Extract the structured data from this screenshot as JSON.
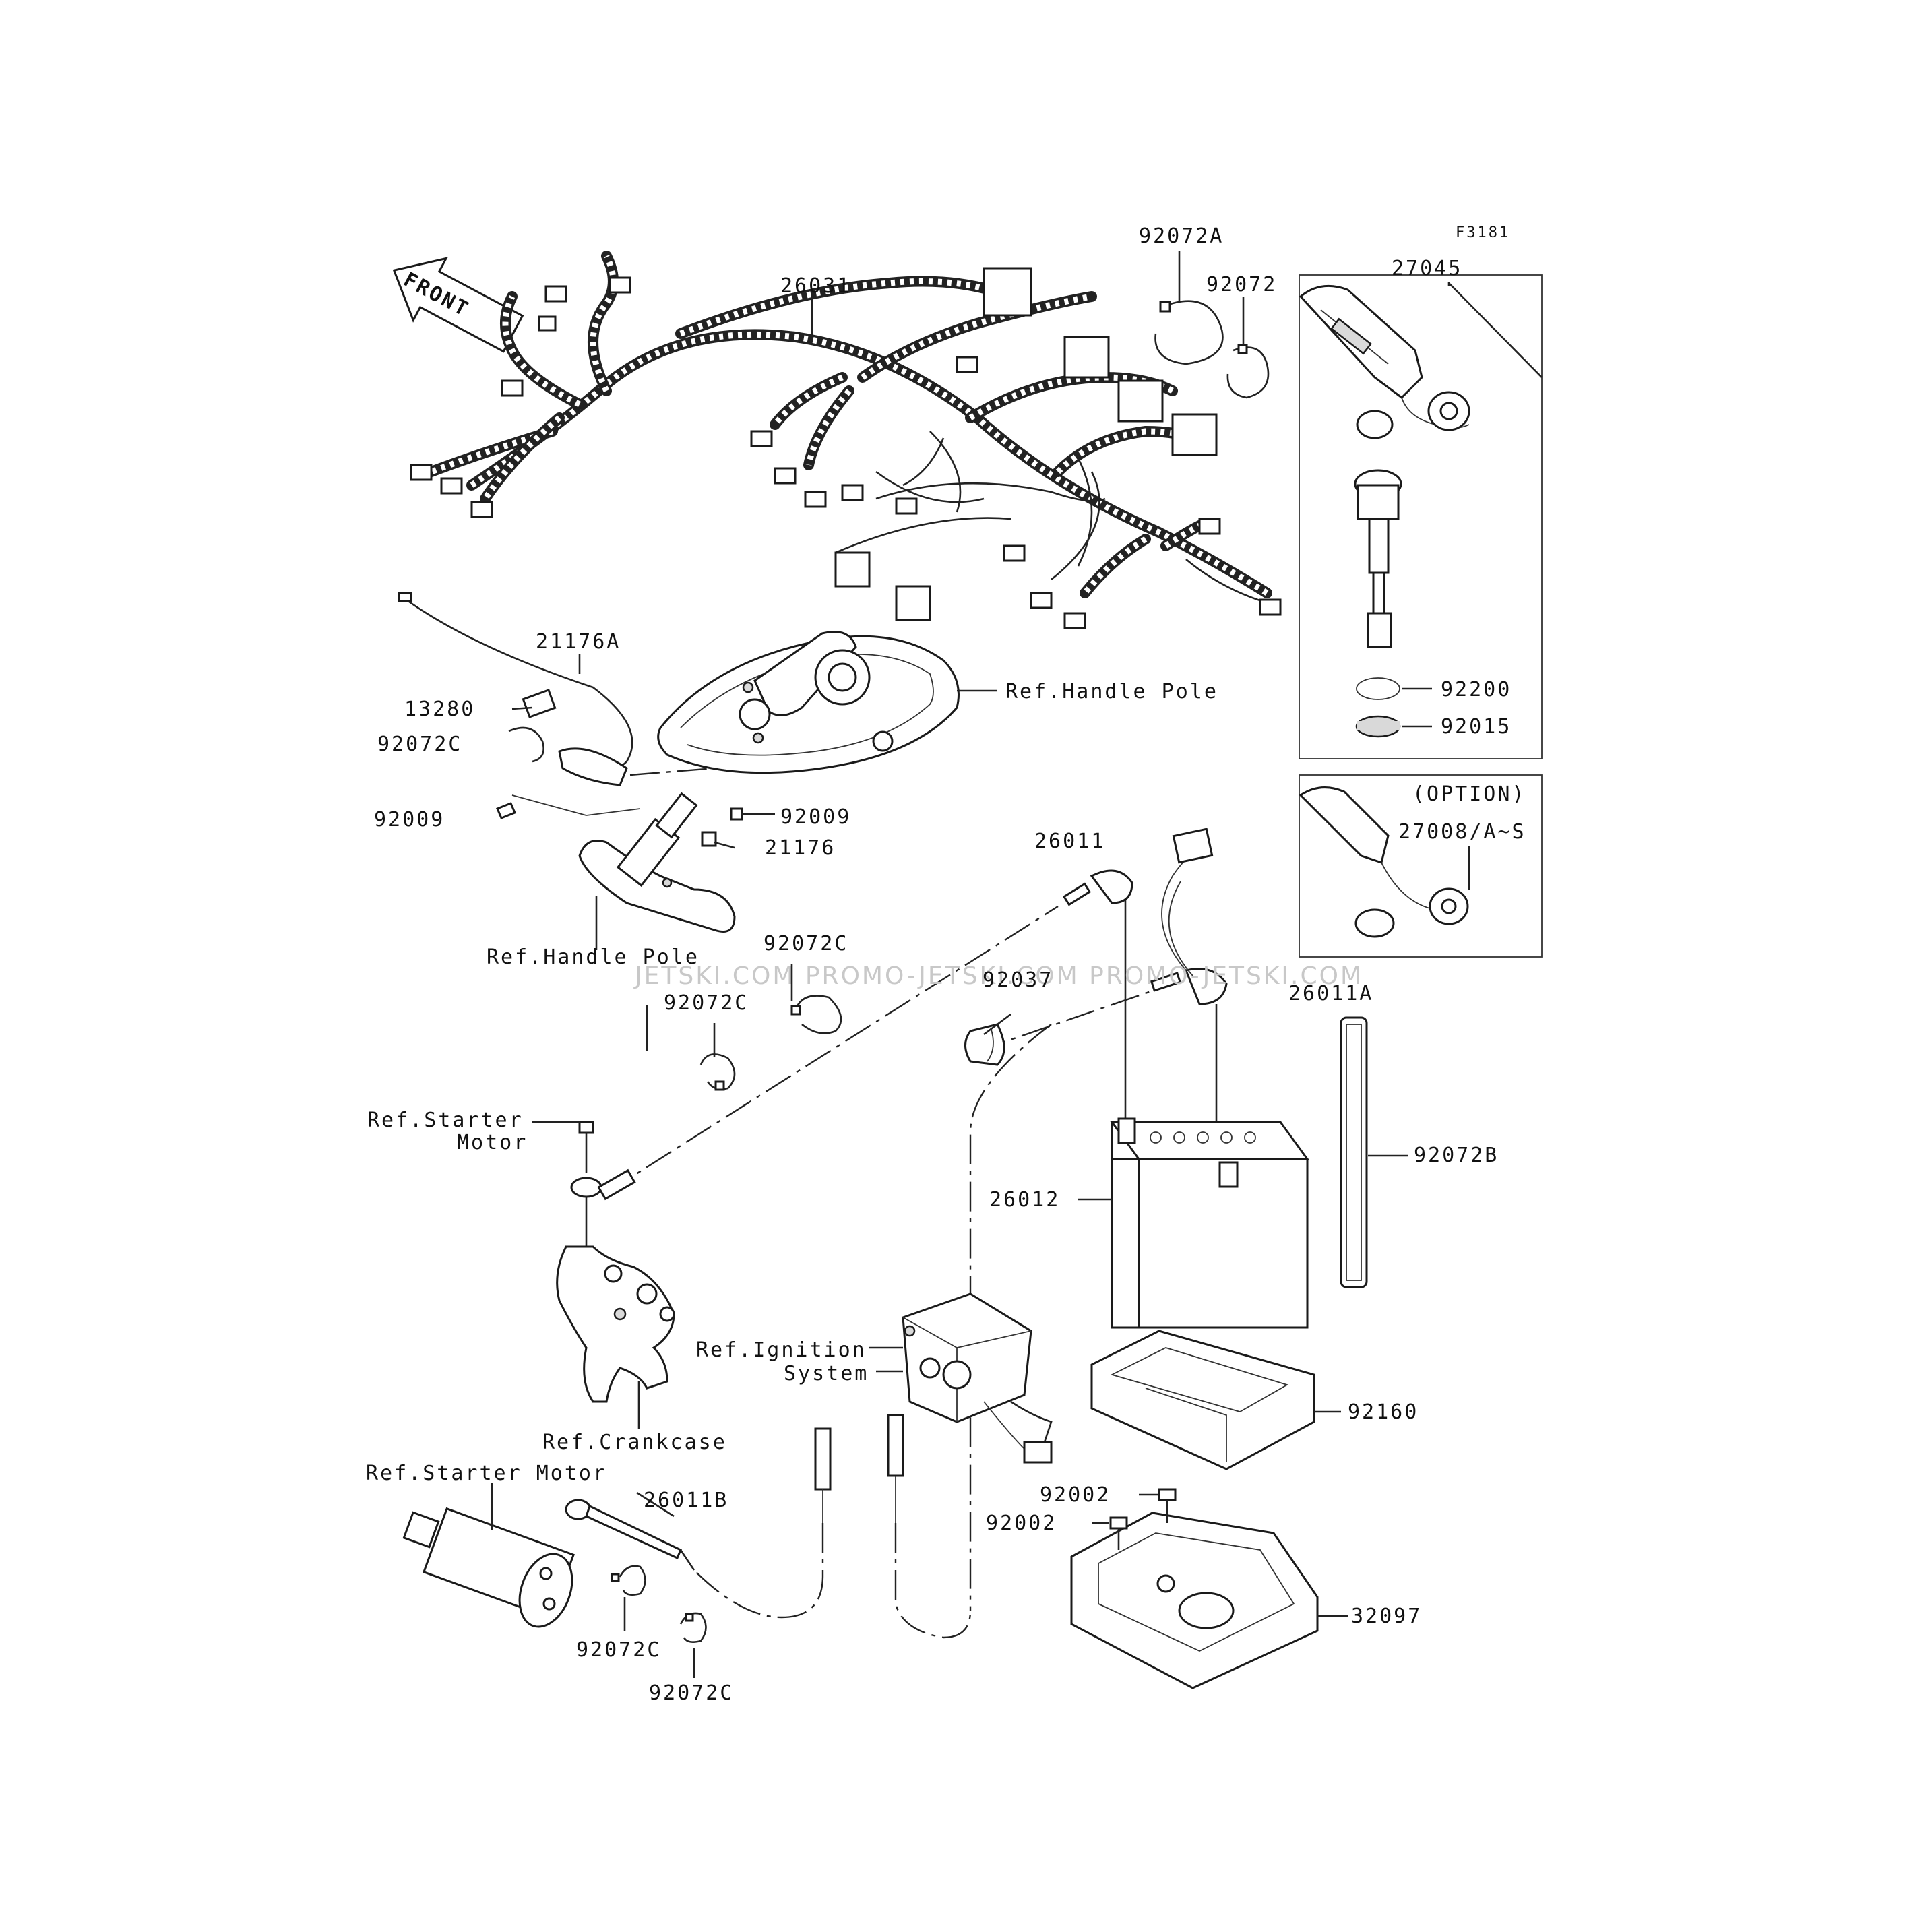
{
  "figure_code": "F3181",
  "front_arrow": "FRONT",
  "watermark": "JETSKI.COM PROMO-JETSKI.COM PROMO-JETSKI.COM",
  "callouts": [
    {
      "id": "c-92072a",
      "text": "92072A"
    },
    {
      "id": "c-92072",
      "text": "92072"
    },
    {
      "id": "c-27045",
      "text": "27045"
    },
    {
      "id": "c-26031",
      "text": "26031"
    },
    {
      "id": "c-21176a",
      "text": "21176A"
    },
    {
      "id": "c-13280",
      "text": "13280"
    },
    {
      "id": "c-92072c-1",
      "text": "92072C"
    },
    {
      "id": "c-92009-1",
      "text": "92009"
    },
    {
      "id": "c-92009-2",
      "text": "92009"
    },
    {
      "id": "c-21176",
      "text": "21176"
    },
    {
      "id": "c-ref-handle-pole-1",
      "text": "Ref.Handle Pole"
    },
    {
      "id": "c-ref-handle-pole-2",
      "text": "Ref.Handle Pole"
    },
    {
      "id": "c-92200",
      "text": "92200"
    },
    {
      "id": "c-92015",
      "text": "92015"
    },
    {
      "id": "c-option",
      "text": "(OPTION)"
    },
    {
      "id": "c-27008",
      "text": "27008/A~S"
    },
    {
      "id": "c-26011",
      "text": "26011"
    },
    {
      "id": "c-92072c-2",
      "text": "92072C"
    },
    {
      "id": "c-92072c-3",
      "text": "92072C"
    },
    {
      "id": "c-92037",
      "text": "92037"
    },
    {
      "id": "c-26011a",
      "text": "26011A"
    },
    {
      "id": "c-ref-starter-motor-1a",
      "text": "Ref.Starter"
    },
    {
      "id": "c-ref-starter-motor-1b",
      "text": "Motor"
    },
    {
      "id": "c-92072b",
      "text": "92072B"
    },
    {
      "id": "c-26012",
      "text": "26012"
    },
    {
      "id": "c-ref-ignition-a",
      "text": "Ref.Ignition"
    },
    {
      "id": "c-ref-ignition-b",
      "text": "System"
    },
    {
      "id": "c-92160",
      "text": "92160"
    },
    {
      "id": "c-ref-crankcase",
      "text": "Ref.Crankcase"
    },
    {
      "id": "c-ref-starter-motor-2",
      "text": "Ref.Starter Motor"
    },
    {
      "id": "c-26011b",
      "text": "26011B"
    },
    {
      "id": "c-92002-1",
      "text": "92002"
    },
    {
      "id": "c-92002-2",
      "text": "92002"
    },
    {
      "id": "c-32097",
      "text": "32097"
    },
    {
      "id": "c-92072c-4",
      "text": "92072C"
    },
    {
      "id": "c-92072c-5",
      "text": "92072C"
    }
  ]
}
